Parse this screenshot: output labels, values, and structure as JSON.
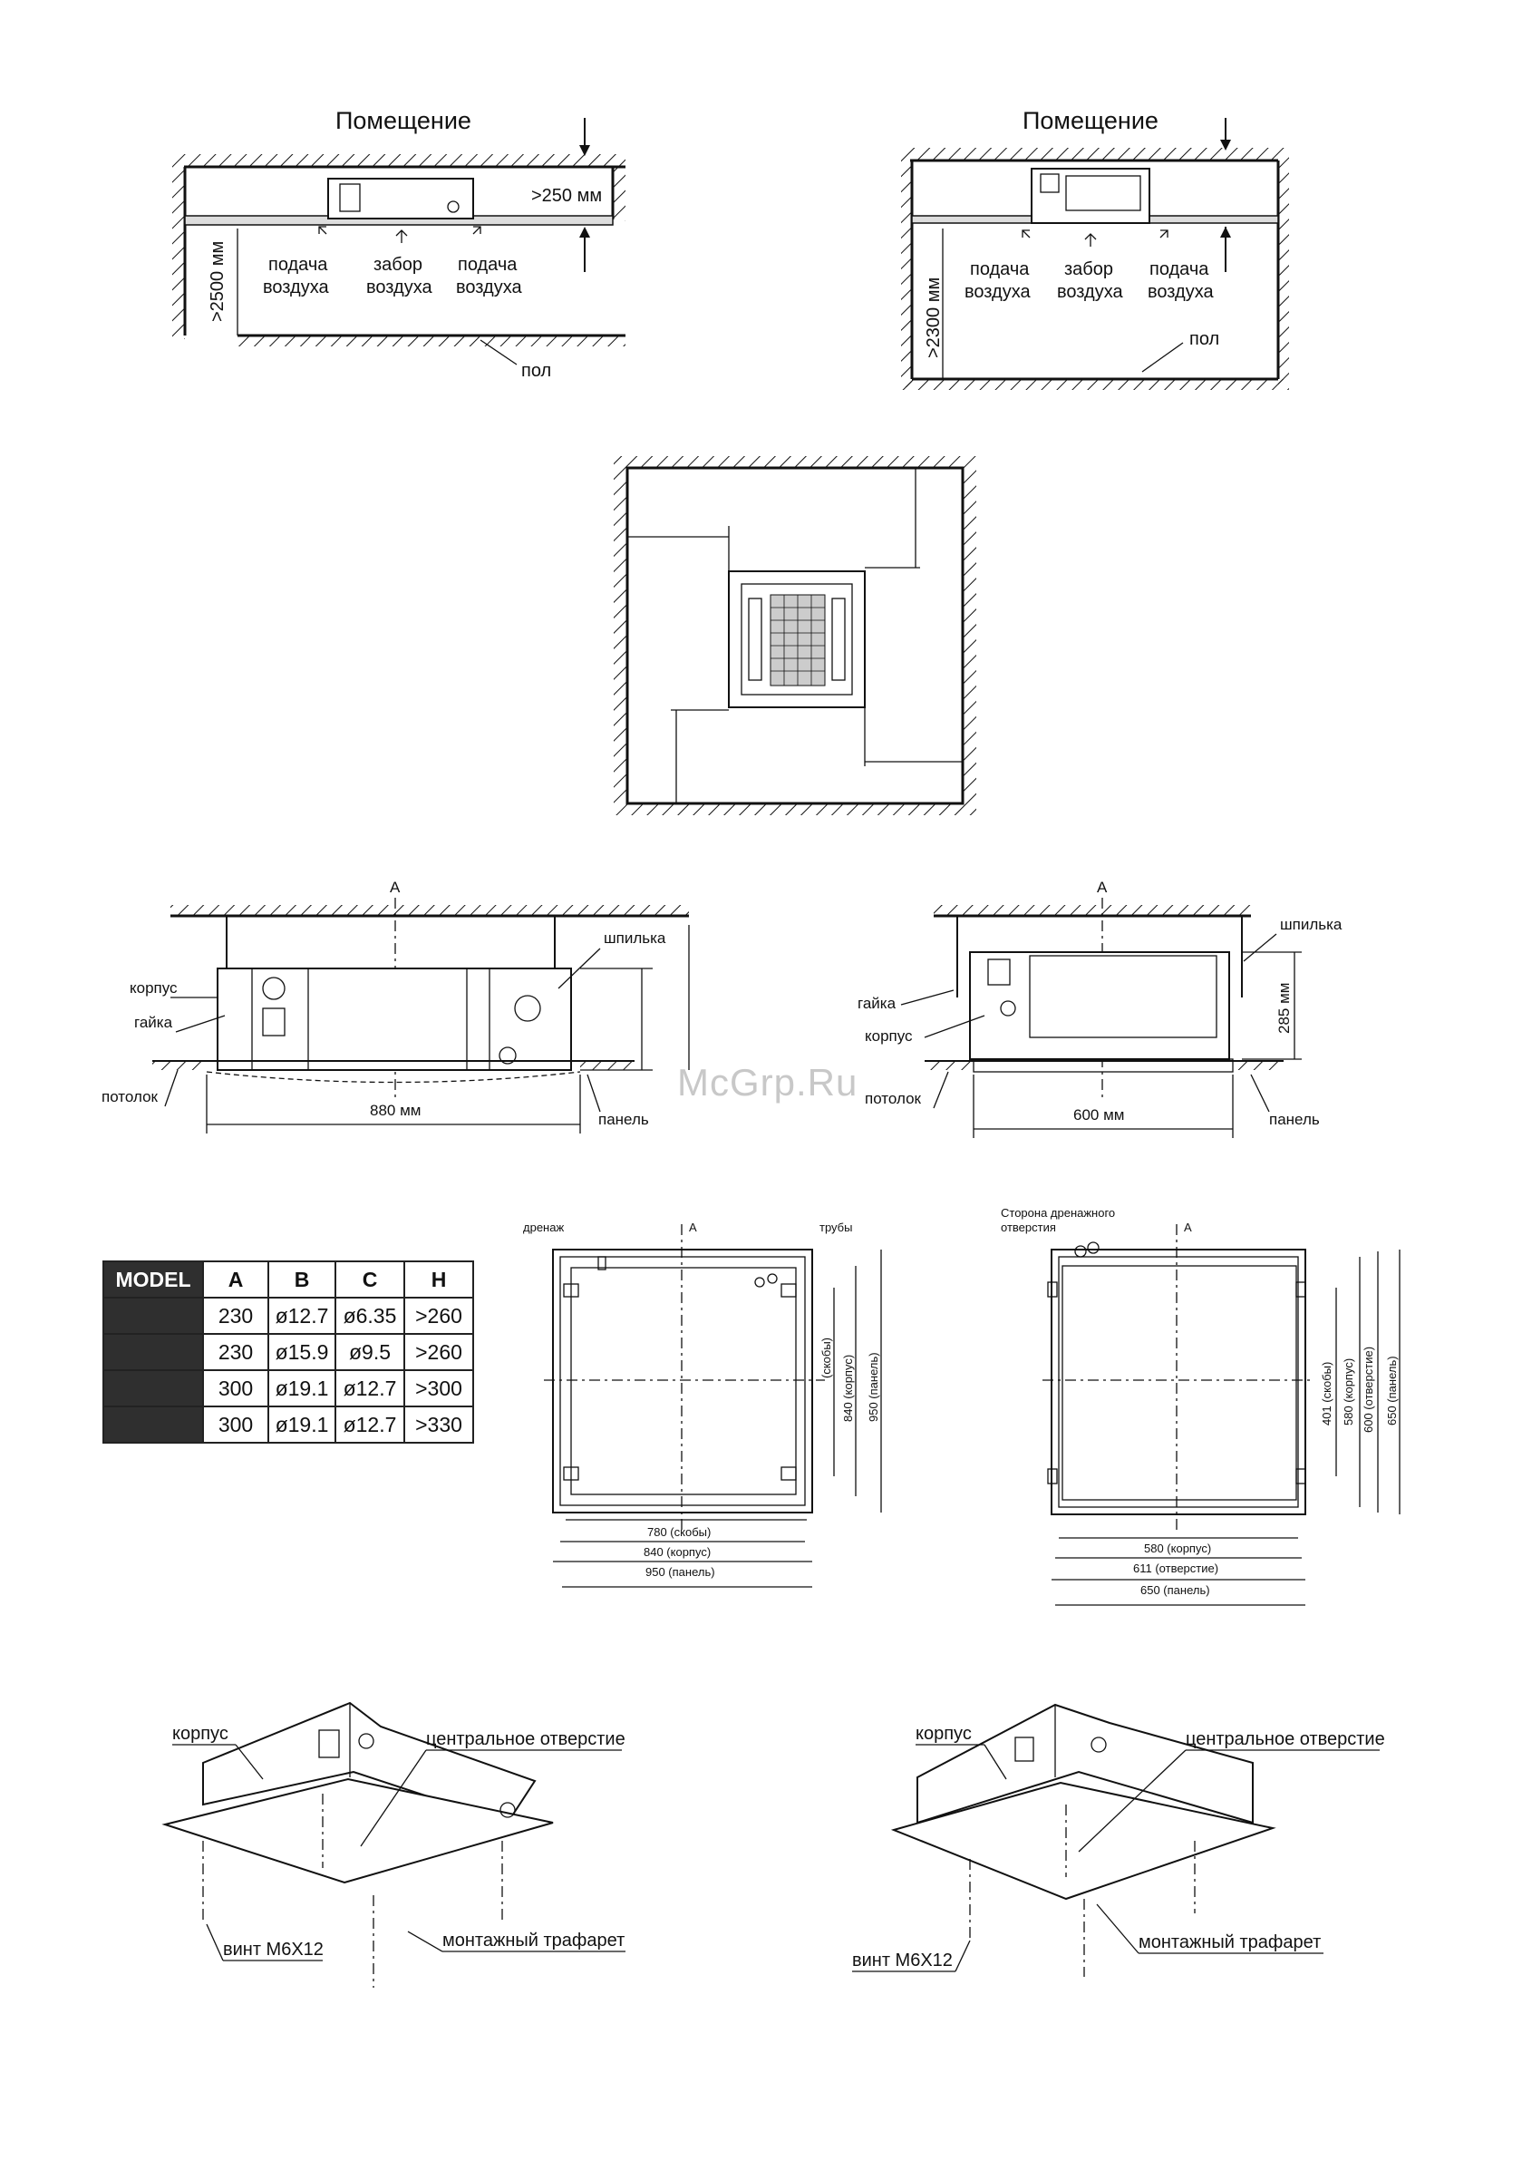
{
  "room": {
    "title": "Помещение"
  },
  "left_section": {
    "clearance_top": ">250 мм",
    "height": ">2500 мм",
    "supply_1": [
      "подача",
      "воздуха"
    ],
    "intake": [
      "забор",
      "воздуха"
    ],
    "supply_2": [
      "подача",
      "воздуха"
    ],
    "floor": "пол"
  },
  "right_section": {
    "height": ">2300 мм",
    "supply_1": [
      "подача",
      "воздуха"
    ],
    "intake": [
      "забор",
      "воздуха"
    ],
    "supply_2": [
      "подача",
      "воздуха"
    ],
    "floor": "пол"
  },
  "front_views": {
    "axis": "A",
    "left": {
      "body": "корпус",
      "nut": "гайка",
      "ceiling": "потолок",
      "stud": "шпилька",
      "panel": "панель",
      "width": "880 мм"
    },
    "right": {
      "stud": "шпилька",
      "nut": "гайка",
      "body": "корпус",
      "height": "285 мм",
      "ceiling": "потолок",
      "panel": "панель",
      "width": "600 мм"
    }
  },
  "model_table": {
    "headers": [
      "MODEL",
      "A",
      "B",
      "C",
      "H"
    ],
    "rows": [
      [
        "",
        "230",
        "ø12.7",
        "ø6.35",
        ">260"
      ],
      [
        "",
        "230",
        "ø15.9",
        "ø9.5",
        ">260"
      ],
      [
        "",
        "300",
        "ø19.1",
        "ø12.7",
        ">300"
      ],
      [
        "",
        "300",
        "ø19.1",
        "ø12.7",
        ">330"
      ]
    ]
  },
  "plan_left": {
    "drain": "дренаж",
    "axis": "A",
    "pipes": "трубы",
    "dims_h": [
      "780 (скобы)",
      "840 (корпус)",
      "950 (панель)"
    ],
    "dims_v": [
      "(скобы)",
      "840 (корпус)",
      "950 (панель)"
    ]
  },
  "plan_right": {
    "drain_side": [
      "Сторона дренажного",
      "отверстия"
    ],
    "axis": "A",
    "dims_h": [
      "580 (корпус)",
      "611 (отверстие)",
      "650 (панель)"
    ],
    "dims_v": [
      "401 (скобы)",
      "580 (корпус)",
      "600 (отверстие)",
      "650 (панель)"
    ]
  },
  "iso_left": {
    "body": "корпус",
    "center_hole": "центральное отверстие",
    "screw": "винт М6Х12",
    "template": "монтажный трафарет"
  },
  "iso_right": {
    "body": "корпус",
    "center_hole": "центральное отверстие",
    "screw": "винт М6Х12",
    "template": "монтажный трафарет"
  },
  "watermark": "McGrp.Ru"
}
